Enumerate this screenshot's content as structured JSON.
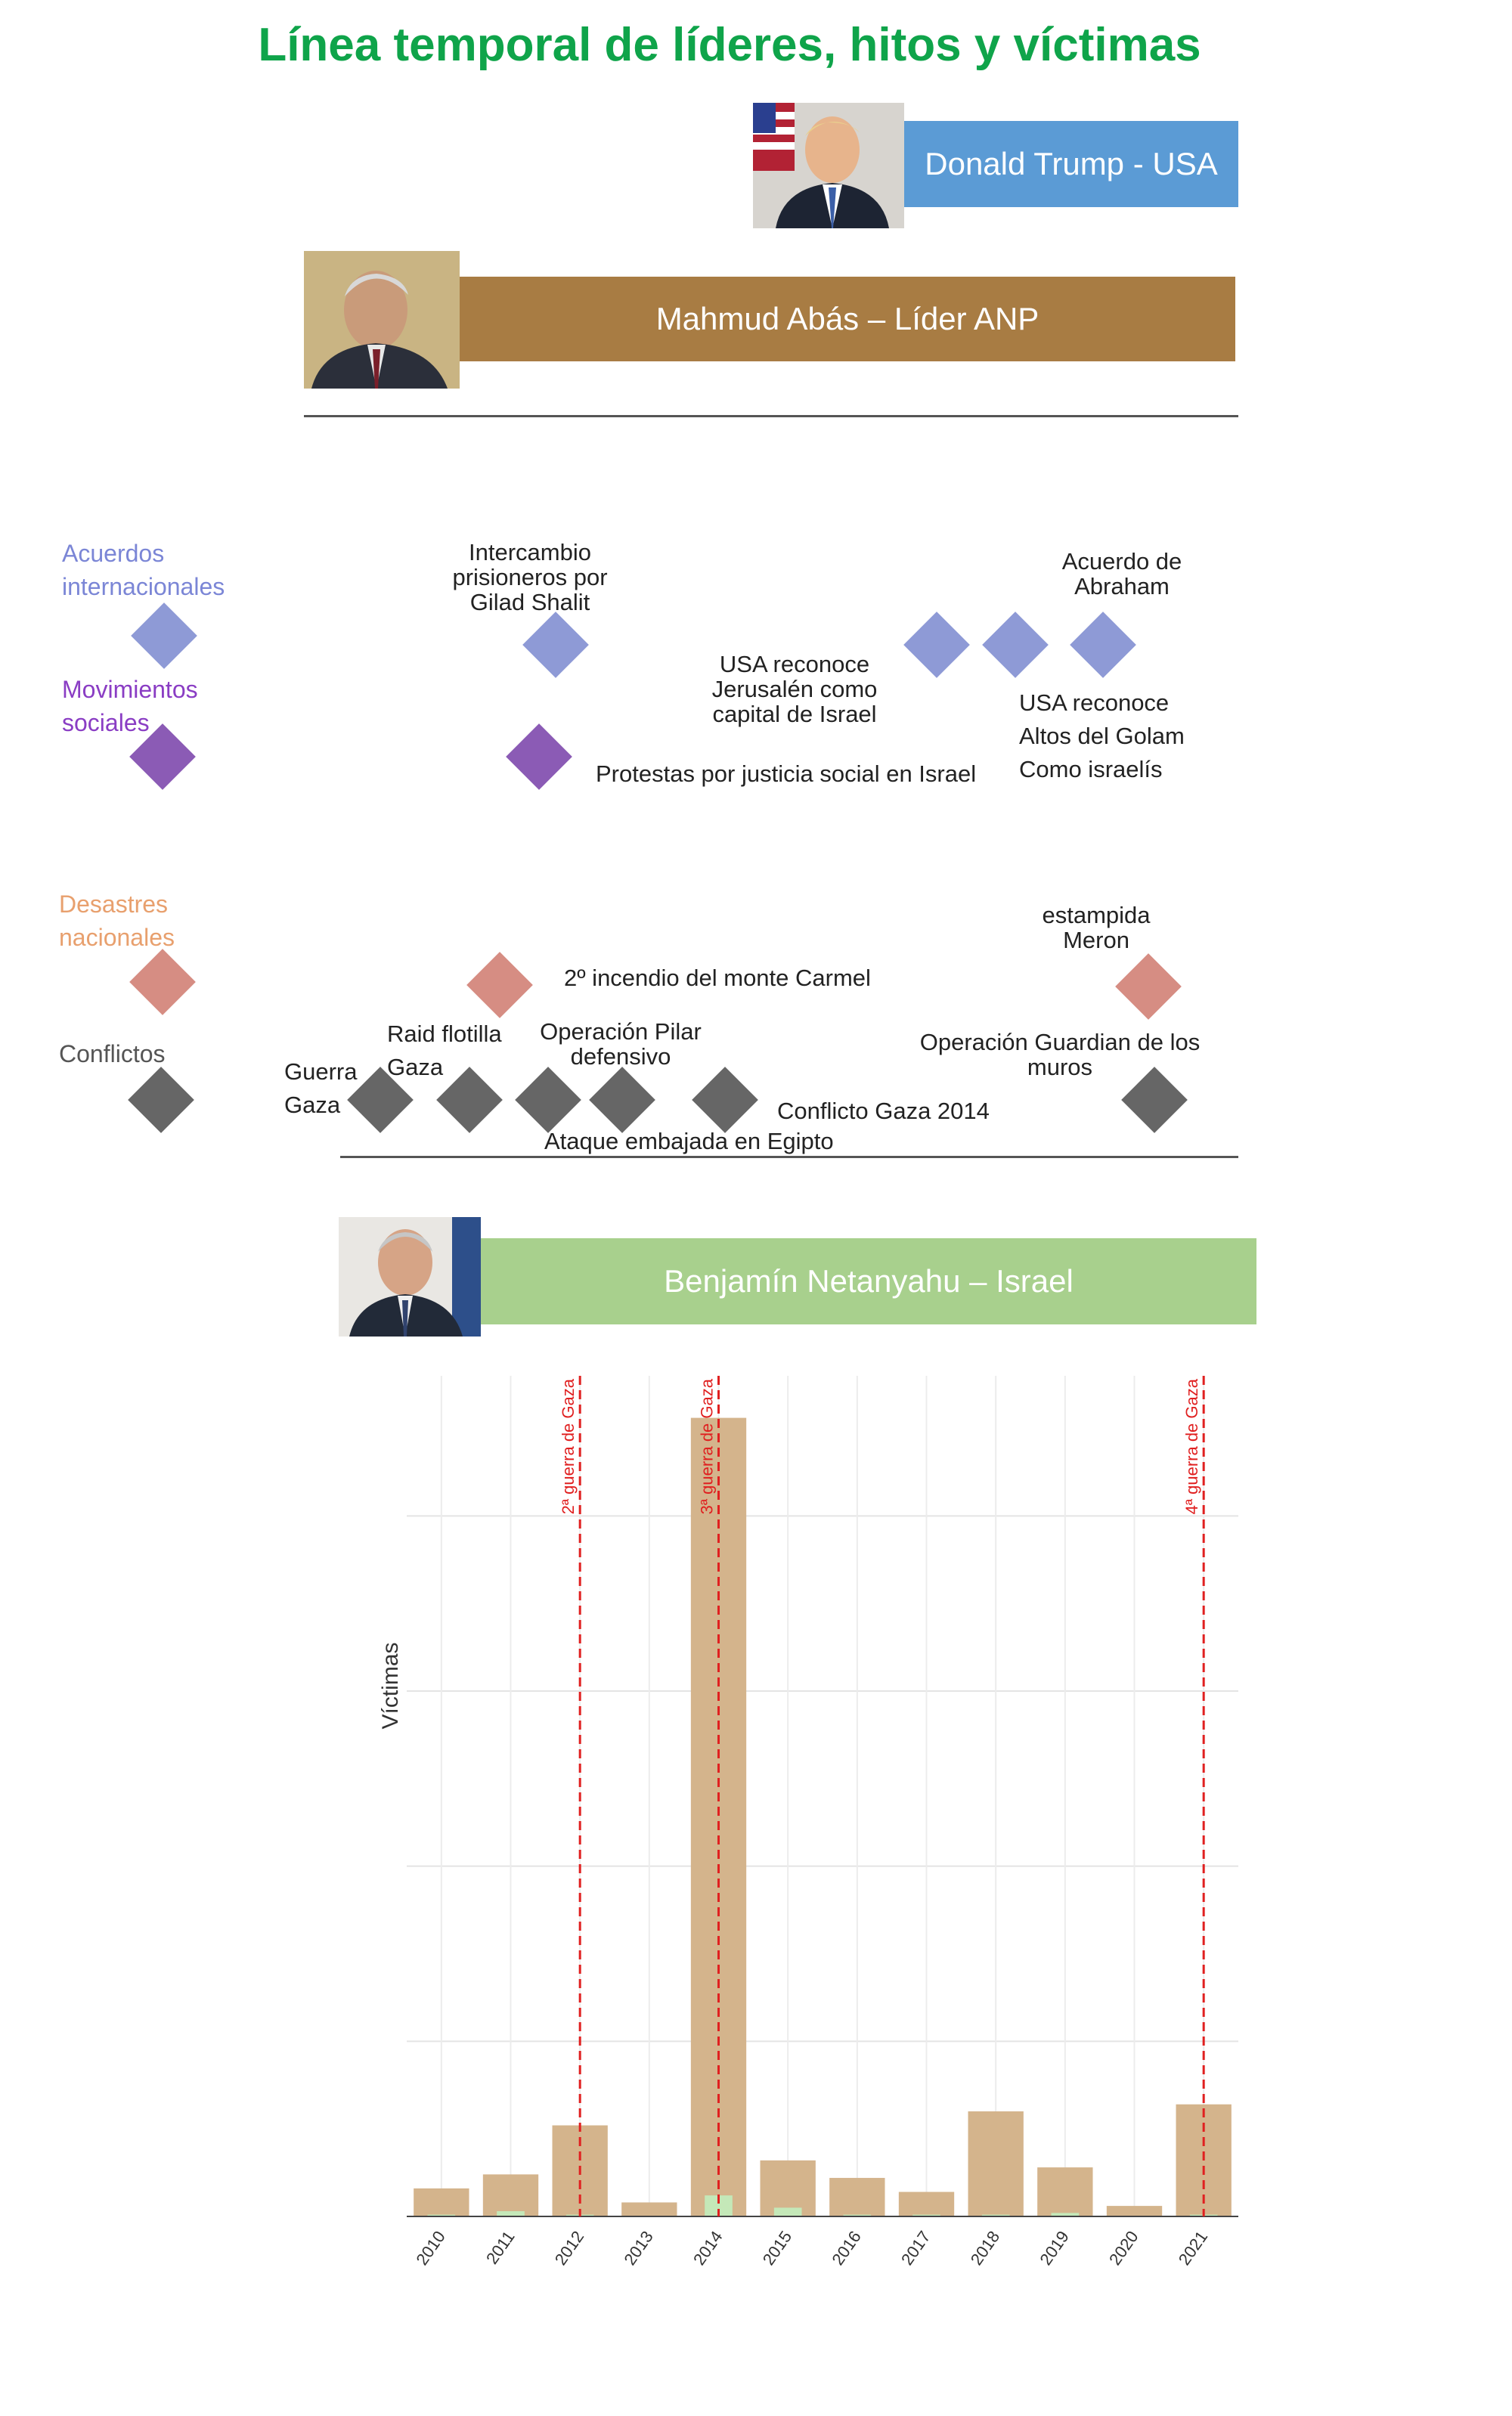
{
  "title": "Línea temporal de líderes, hitos y víctimas",
  "colors": {
    "title": "#0FA44A",
    "trump": "#5B9BD5",
    "abbas": "#A87C43",
    "netanyahu": "#A8D08D",
    "acuerdos": "#8E9AD6",
    "movimientos": "#8B5BB5",
    "desastres": "#D68D83",
    "conflictos": "#666666",
    "bar": "#D4B48C",
    "bar_small": "#C4E8B8",
    "vline": "#E02020"
  },
  "leaders": {
    "trump": "Donald Trump - USA",
    "abbas": "Mahmud Abás – Líder ANP",
    "netanyahu": "Benjamín Netanyahu – Israel"
  },
  "categories": {
    "acuerdos": "Acuerdos internacionales",
    "movimientos": "Movimientos sociales",
    "desastres": "Desastres nacionales",
    "conflictos": "Conflictos"
  },
  "events": {
    "shalit": "Intercambio prisioneros por Gilad Shalit",
    "jerusalen": "USA reconoce Jerusalén como capital de Israel",
    "abraham": "Acuerdo de Abraham",
    "golan": "USA reconoce Altos del Golam Como israelís",
    "protestas": "Protestas por justicia social en Israel",
    "carmel": "2º incendio del monte Carmel",
    "meron": "estampida Meron",
    "guerra_gaza": "Guerra Gaza",
    "raid": "Raid flotilla Gaza",
    "pilar": "Operación Pilar defensivo",
    "conflicto2014": "Conflicto Gaza 2014",
    "embajada": "Ataque embajada en Egipto",
    "guardian": "Operación Guardian de los muros"
  },
  "chart_data": {
    "type": "bar",
    "ylabel": "Víctimas",
    "categories": [
      "2010",
      "2011",
      "2012",
      "2013",
      "2014",
      "2015",
      "2016",
      "2017",
      "2018",
      "2019",
      "2020",
      "2021"
    ],
    "series": [
      {
        "values": [
          16,
          24,
          52,
          8,
          456,
          32,
          22,
          14,
          60,
          28,
          6,
          64
        ]
      },
      {
        "values": [
          1,
          3,
          1,
          0,
          12,
          5,
          1,
          1,
          1,
          2,
          0,
          1
        ]
      }
    ],
    "ylim": [
      0,
      480
    ],
    "grid": true,
    "annotations": [
      {
        "x": "2012",
        "label": "2ª guerra de Gaza"
      },
      {
        "x": "2014",
        "label": "3ª guerra de Gaza"
      },
      {
        "x": "2021",
        "label": "4ª guerra de Gaza"
      }
    ]
  }
}
